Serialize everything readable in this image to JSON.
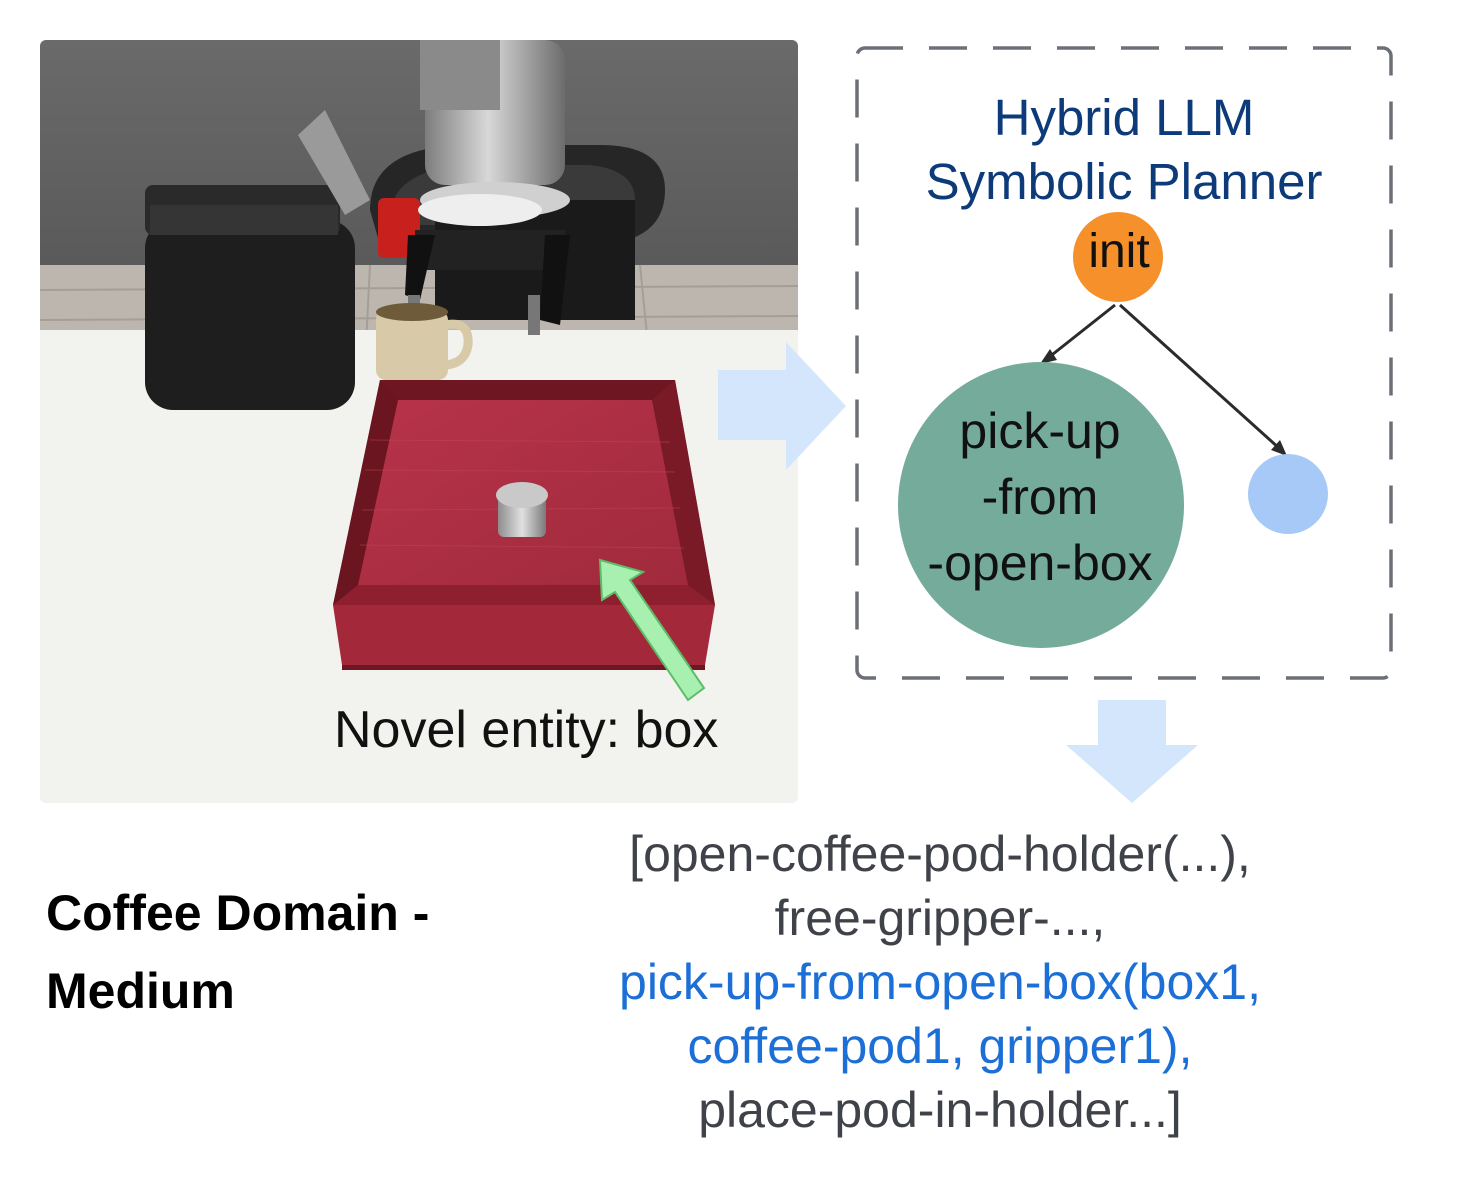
{
  "scene": {
    "caption": "Novel entity: box",
    "colors": {
      "wall": "#5f5f60",
      "floor": "#b9b2ab",
      "table": "#f2f2ef",
      "box": "#a3293a",
      "box_dark": "#6e1621",
      "arrow": "#a8f0b0"
    }
  },
  "planner": {
    "title_line1": "Hybrid LLM",
    "title_line2": "Symbolic Planner",
    "init_label": "init",
    "pick_label_1": "pick-up",
    "pick_label_2": "-from",
    "pick_label_3": "-open-box",
    "colors": {
      "init": "#f5902a",
      "pick": "#75ab9b",
      "other": "#a7c9f7",
      "title": "#0d3b7a",
      "dash": "#6b7078"
    }
  },
  "plan": {
    "line1": "[open-coffee-pod-holder(...),",
    "line2": "free-gripper-...,",
    "line3": "pick-up-from-open-box(box1,",
    "line4": "coffee-pod1, gripper1),",
    "line5": "place-pod-in-holder...]",
    "colors": {
      "normal": "#3f4349",
      "highlight": "#1c6fd6"
    }
  },
  "domain": {
    "line1": "Coffee Domain -",
    "line2": "Medium"
  },
  "flow_arrow_color": "#d4e6fc"
}
